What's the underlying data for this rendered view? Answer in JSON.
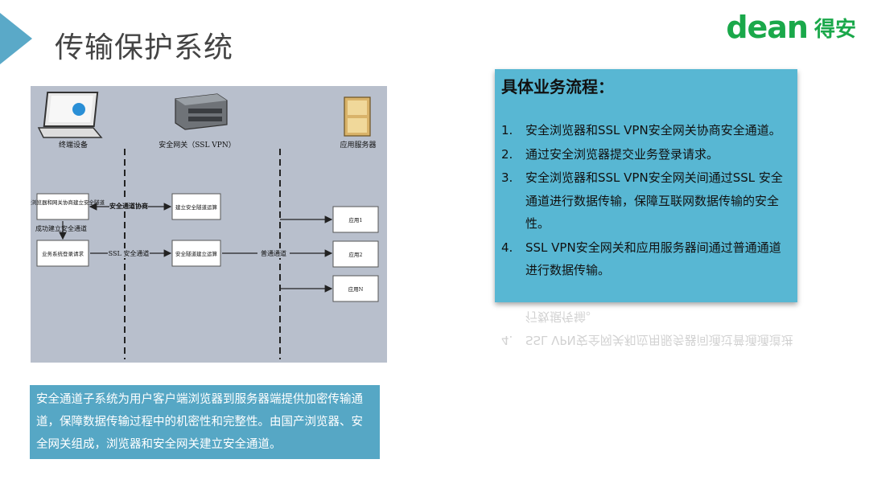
{
  "slide": {
    "title": "传输保护系统",
    "logo_text": "dean",
    "logo_cn": "得安"
  },
  "diagram": {
    "nodes": {
      "terminal": "终端设备",
      "gateway": "安全网关（SSL VPN）",
      "app_server": "应用服务器"
    },
    "boxes": {
      "negotiate_box": "安全浏览器和网关协商建立安全隧道",
      "business_box": "业务系统登录请求",
      "establish_box": "建立安全隧道运算",
      "establish_box2": "安全隧道建立运算",
      "app1": "应用1",
      "app2": "应用2",
      "appn": "应用N"
    },
    "labels": {
      "tunnel_negotiation": "安全通道协商",
      "established": "成功建立安全通道",
      "ssl_channel": "SSL 安全通道",
      "normal_channel": "普通通道"
    }
  },
  "description": "安全通道子系统为用户客户端浏览器到服务器端提供加密传输通道，保障数据传输过程中的机密性和完整性。由国产浏览器、安全网关组成，浏览器和安全网关建立安全通道。",
  "process": {
    "heading": "具体业务流程：",
    "steps": [
      {
        "num": "1.",
        "text": "安全浏览器和SSL VPN安全网关协商安全通道。"
      },
      {
        "num": "2.",
        "text": "通过安全浏览器提交业务登录请求。"
      },
      {
        "num": "3.",
        "text": "安全浏览器和SSL VPN安全网关间通过SSL 安全通道进行数据传输，保障互联网数据传输的安全性。"
      },
      {
        "num": "4.",
        "text": "SSL VPN安全网关和应用服务器间通过普通通道进行数据传输。"
      }
    ]
  },
  "colors": {
    "accent_teal": "#56a7c5",
    "card_blue": "#58b7d3",
    "logo_green": "#1aa84a"
  }
}
